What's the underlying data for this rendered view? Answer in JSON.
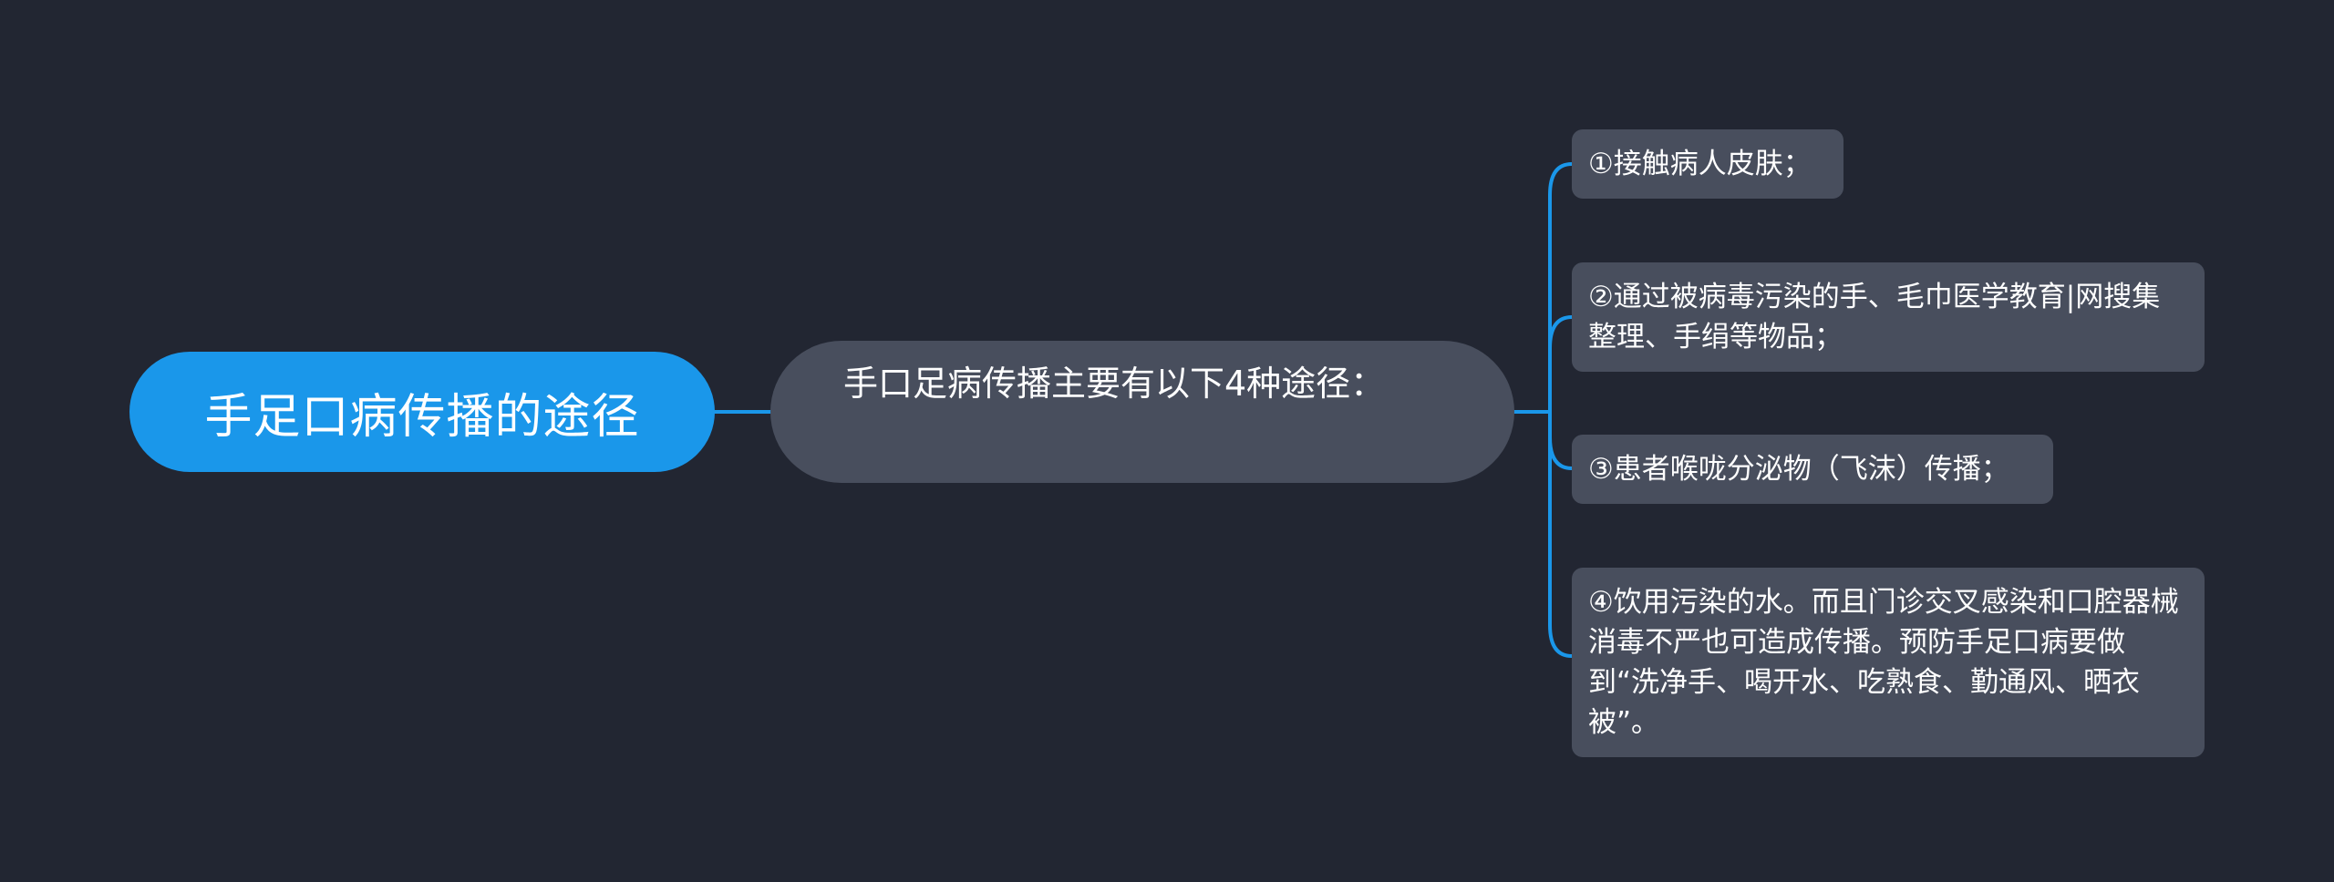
{
  "colors": {
    "background": "#222632",
    "root_fill": "#1a97ea",
    "node_fill": "#484e5d",
    "connector": "#1a97ea",
    "text": "#ffffff"
  },
  "root": {
    "label": "手足口病传播的途径"
  },
  "branch": {
    "label": "手口足病传播主要有以下4种途径："
  },
  "leaves": [
    {
      "label": "①接触病人皮肤；"
    },
    {
      "label": "②通过被病毒污染的手、毛巾医学教育|网搜集整理、手绢等物品；"
    },
    {
      "label": "③患者喉咙分泌物（飞沫）传播；"
    },
    {
      "label": "④饮用污染的水。而且门诊交叉感染和口腔器械消毒不严也可造成传播。预防手足口病要做到“洗净手、喝开水、吃熟食、勤通风、晒衣被”。"
    }
  ]
}
